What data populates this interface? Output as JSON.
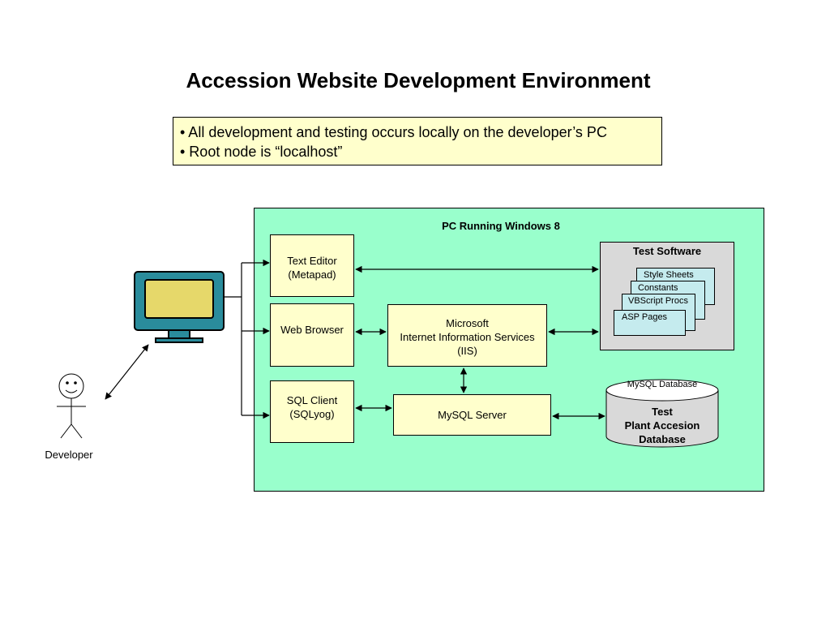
{
  "title": "Accession Website Development Environment",
  "notes": [
    "• All development and testing occurs locally on the developer’s PC",
    "• Root node is “localhost”"
  ],
  "pc": {
    "label": "PC Running Windows 8",
    "text_editor": {
      "line1": "Text Editor",
      "line2": "(Metapad)"
    },
    "web_browser": {
      "label": "Web Browser"
    },
    "sql_client": {
      "line1": "SQL Client",
      "line2": "(SQLyog)"
    },
    "iis": {
      "line1": "Microsoft",
      "line2": "Internet Information Services",
      "line3": "(IIS)"
    },
    "mysql_server": {
      "label": "MySQL Server"
    },
    "test_software": {
      "label": "Test Software",
      "sheets": [
        "Style Sheets",
        "Constants",
        "VBScript Procs",
        "ASP Pages"
      ]
    },
    "database": {
      "top_label": "MySQL Database",
      "line1": "Test",
      "line2": "Plant Accesion",
      "line3": "Database"
    }
  },
  "developer": {
    "label": "Developer"
  },
  "colors": {
    "pc_background": "#99ffcc",
    "component_fill": "#ffffcc",
    "test_software_fill": "#d9d9d9",
    "sheet_fill": "#c5ebee",
    "monitor_frame": "#2a8c9c",
    "monitor_screen": "#e6d86a"
  }
}
